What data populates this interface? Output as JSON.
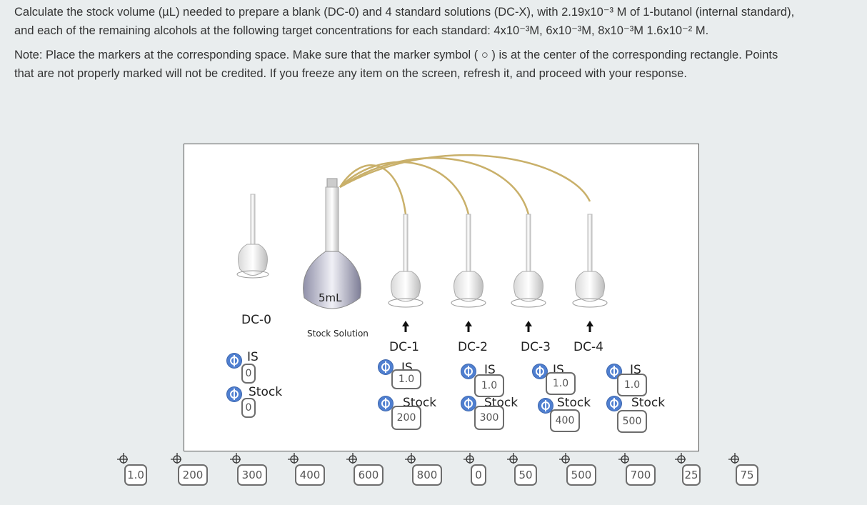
{
  "question": {
    "p1_lines": [
      "Calculate the stock volume (µL) needed to prepare a blank (DC-0) and 4 standard solutions (DC-X), with 2.19x10⁻³ M of 1-butanol (internal standard),",
      "and each of the remaining alcohols at the following target concentrations for each standard: 4x10⁻³M, 6x10⁻³M, 8x10⁻³M 1.6x10⁻² M."
    ],
    "p2_lines": [
      "Note: Place the markers at the corresponding space.  Make sure that the marker symbol ( ○ ) is at the center of the corresponding rectangle.  Points",
      "that are not properly marked will not be credited.  If you freeze any item on the screen, refresh it, and proceed with your response."
    ]
  },
  "diagram": {
    "flask_volume": "5mL",
    "stock_label": "Stock Solution",
    "dc0_label": "DC-0",
    "dc_labels": [
      "DC-1",
      "DC-2",
      "DC-3",
      "DC-4"
    ],
    "is_label": "IS",
    "stock_row_label": "Stock",
    "dc0_is_value": "0",
    "dc0_stock_value": "0",
    "dc_is_values": [
      "1.0",
      "1.0",
      "1.0",
      "1.0"
    ],
    "dc_stock_values": [
      "200",
      "300",
      "400",
      "500"
    ]
  },
  "markers": [
    "1.0",
    "200",
    "300",
    "400",
    "600",
    "800",
    "0",
    "50",
    "500",
    "700",
    "25",
    "75"
  ],
  "colors": {
    "handle": "#4f7fd0",
    "background": "#e9edee",
    "tube": "#c9b06a"
  }
}
